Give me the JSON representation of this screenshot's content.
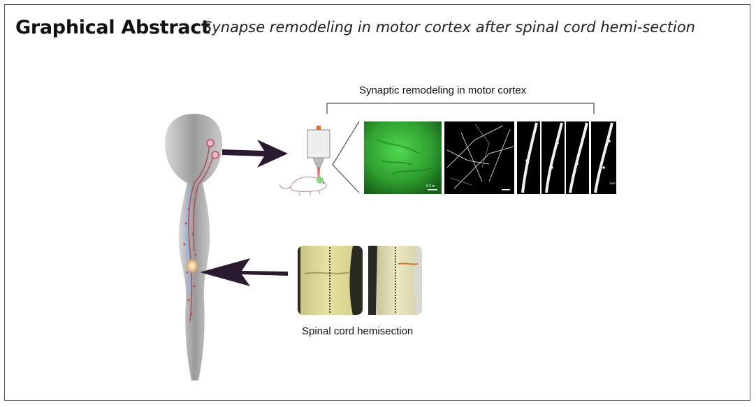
{
  "header": {
    "title": "Graphical Abstract",
    "subtitle": "Synapse remodeling in motor cortex after spinal cord hemi-section"
  },
  "labels": {
    "imaging": "Synaptic remodeling in motor cortex",
    "hemisection": "Spinal cord hemisection"
  },
  "colors": {
    "arrow": "#2a1a30",
    "cns_gray": "#9e9e9e",
    "tract": "#b0505a",
    "fluor_green": "#36b336"
  },
  "micrograph_scale_labels": [
    "0.2 m",
    "",
    "",
    "",
    "",
    "1um"
  ]
}
